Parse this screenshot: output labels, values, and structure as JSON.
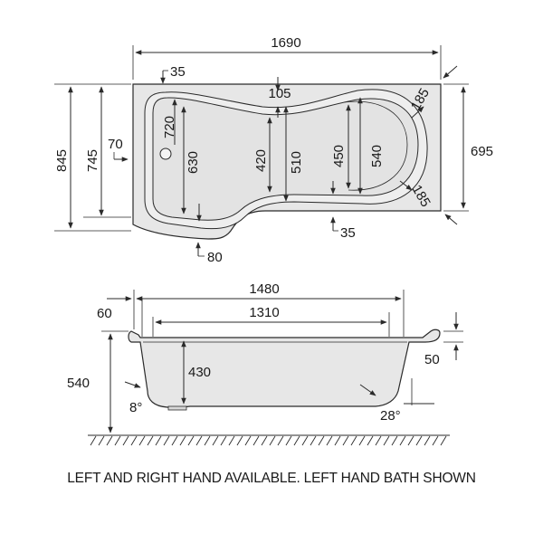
{
  "plan_view": {
    "overall_length": "1690",
    "overall_width": "845",
    "shell_width": "745",
    "narrow_end_width": "695",
    "inner_width_720": "720",
    "inner_width_630": "630",
    "waist_420": "420",
    "waist_510": "510",
    "bowl_450": "450",
    "bowl_540": "540",
    "rim_35_top": "35",
    "rim_35_bottom": "35",
    "rim_105": "105",
    "radius_185_top": "185",
    "radius_185_bottom": "185",
    "offset_70": "70",
    "offset_80": "80"
  },
  "side_view": {
    "top_length": "1480",
    "base_length": "1310",
    "rim_60": "60",
    "rim_50": "50",
    "height": "540",
    "depth": "430",
    "angle_left": "8°",
    "angle_right": "28°"
  },
  "caption": "LEFT AND RIGHT HAND AVAILABLE. LEFT HAND BATH SHOWN",
  "colors": {
    "fill": "#e9e9e9",
    "line": "#2a2a2a",
    "text": "#1a1a1a"
  }
}
